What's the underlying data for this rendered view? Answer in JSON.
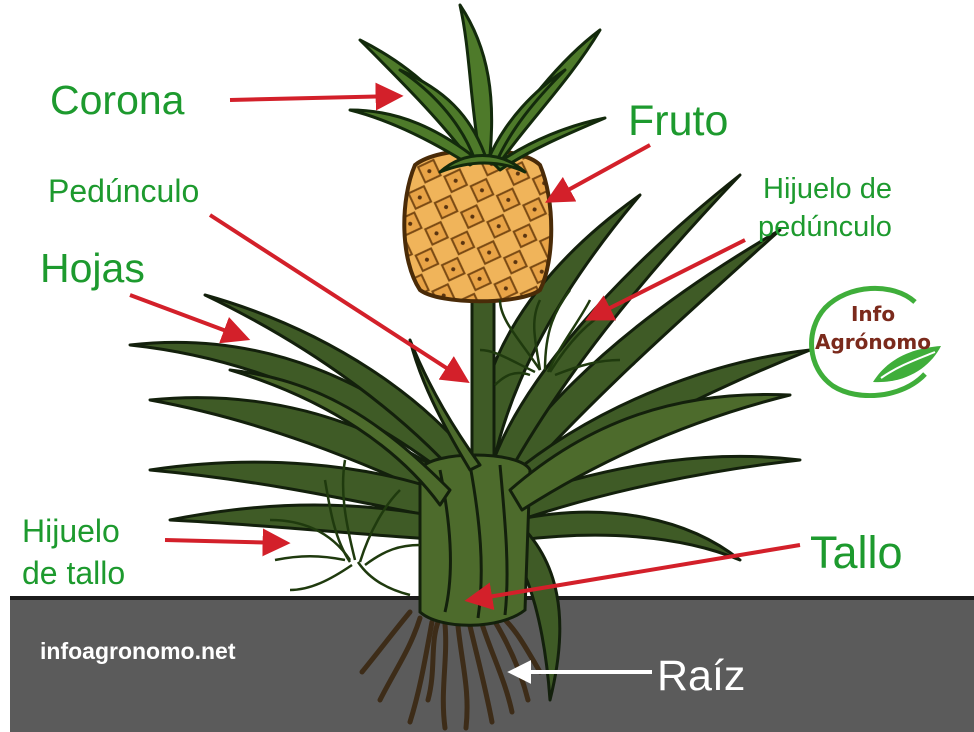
{
  "diagram": {
    "labels": {
      "corona": "Corona",
      "fruto": "Fruto",
      "peduncle": "Pedúnculo",
      "hijuelo_pedunculo_1": "Hijuelo de",
      "hijuelo_pedunculo_2": "pedúnculo",
      "hojas": "Hojas",
      "hijuelo_tallo_1": "Hijuelo",
      "hijuelo_tallo_2": "de tallo",
      "tallo": "Tallo",
      "raiz": "Raíz"
    },
    "website": "infoagronomo.net",
    "logo": {
      "line1": "Info",
      "line2": "Agrónomo"
    },
    "colors": {
      "label_green": "#1d9a2e",
      "arrow_red": "#d3202a",
      "leaf_dark": "#3f5b26",
      "leaf_light": "#6f8f3a",
      "fruit": "#f0b45a",
      "soil": "#5b5b5b",
      "logo_red": "#7b2a1c"
    }
  }
}
